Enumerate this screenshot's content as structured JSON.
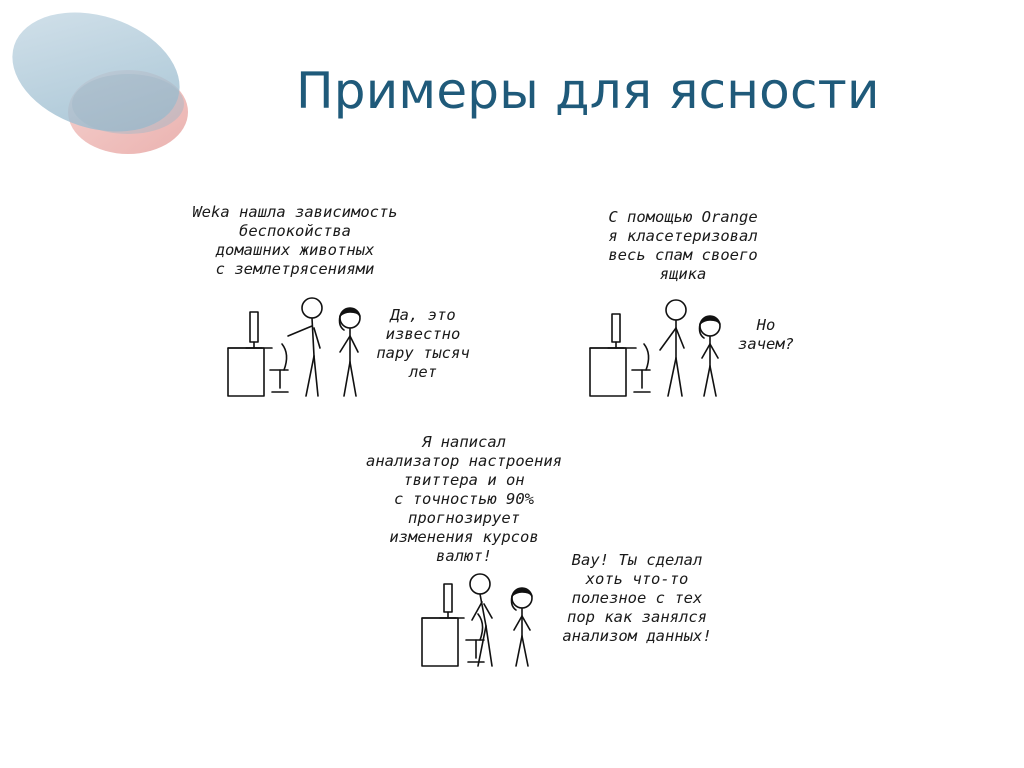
{
  "slide": {
    "title": "Примеры для ясности",
    "accent_color": "#1f5a7a"
  },
  "panels": [
    {
      "speaker_text": "Weka нашла зависимость\nбеспокойства\nдомашних животных\nс землетрясениями",
      "reply_text": "Да, это\nизвестно\nпару тысяч\nлет"
    },
    {
      "speaker_text": "С помощью Orange\nя класетеризовал\nвесь спам своего\nящика",
      "reply_text": "Но\nзачем?"
    },
    {
      "speaker_text": "Я написал\nанализатор настроения\nтвиттера и он\nс точностью 90%\nпрогнозирует\nизменения курсов\nвалют!",
      "reply_text": "Вау! Ты сделал\nхоть что-то\nполезное с тех\nпор как занялся\nанализом данных!"
    }
  ]
}
